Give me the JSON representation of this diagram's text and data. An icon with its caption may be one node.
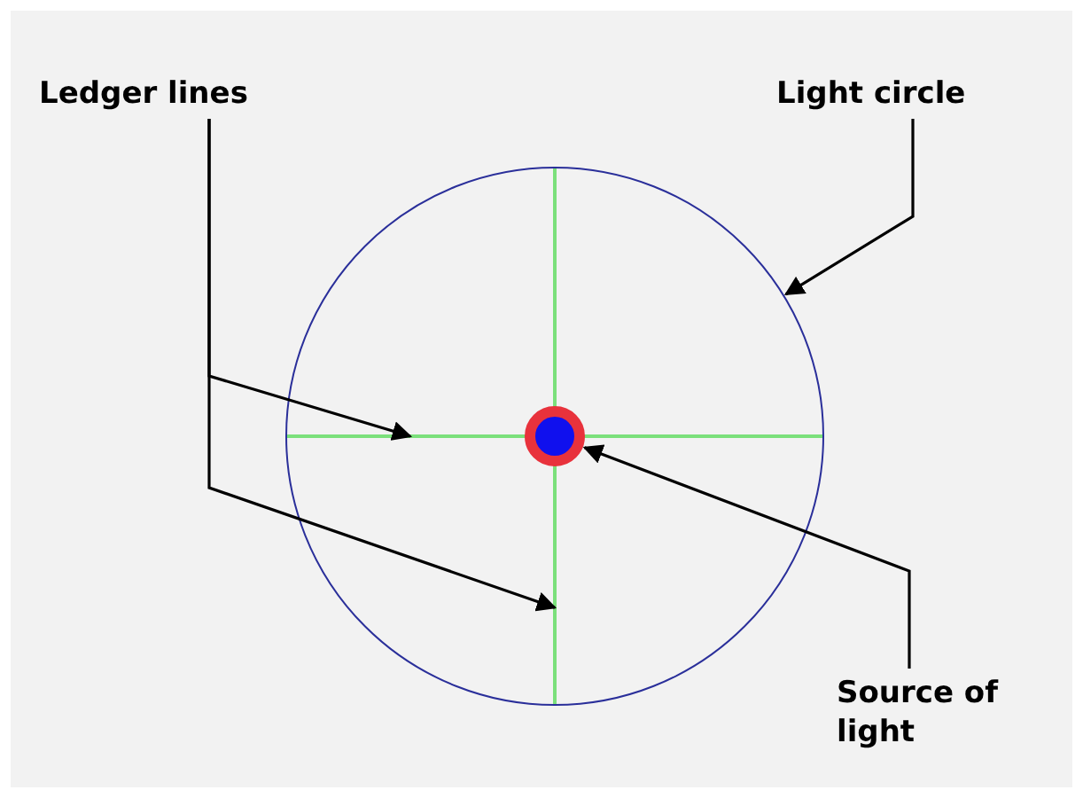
{
  "diagram": {
    "nodes": [
      {
        "text": [
          "Ledger lines"
        ]
      },
      {
        "text": [
          "Light circle"
        ]
      },
      {
        "text": [
          "Source of light"
        ]
      },
      {
        "text": [],
        "shape": "circle"
      },
      {
        "text": [],
        "shape": "line",
        "in": 3
      },
      {
        "text": [],
        "shape": "line",
        "in": 3
      },
      {
        "text": [],
        "shape": "circle",
        "in": 3
      }
    ],
    "edges": [
      {
        "from": 0,
        "to": 4,
        "arrow": "to"
      },
      {
        "from": 0,
        "to": 5,
        "arrow": "to"
      },
      {
        "from": 1,
        "to": 3,
        "arrow": "to"
      },
      {
        "from": 2,
        "to": 6,
        "arrow": "to"
      }
    ]
  }
}
